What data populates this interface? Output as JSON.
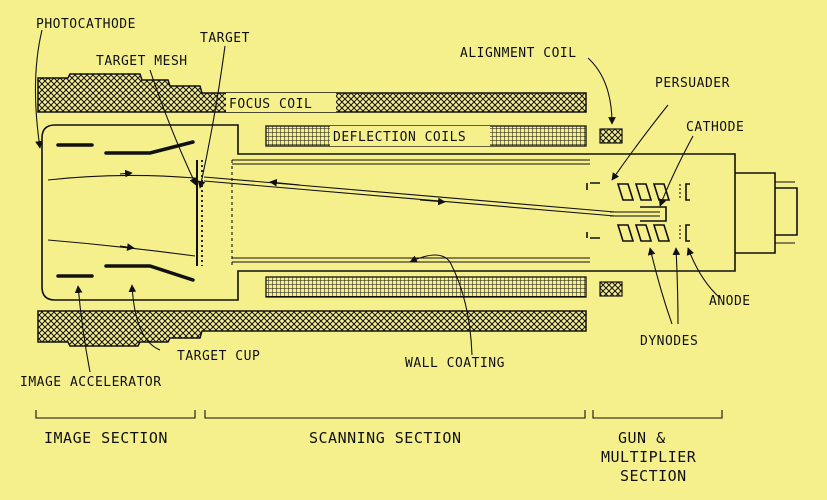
{
  "diagram": {
    "labels": {
      "photocathode": "PHOTOCATHODE",
      "target": "TARGET",
      "target_mesh": "TARGET MESH",
      "alignment_coil": "ALIGNMENT COIL",
      "persuader": "PERSUADER",
      "cathode": "CATHODE",
      "focus_coil": "FOCUS COIL",
      "deflection_coils": "DEFLECTION COILS",
      "anode": "ANODE",
      "dynodes": "DYNODES",
      "target_cup": "TARGET CUP",
      "wall_coating": "WALL COATING",
      "image_accelerator": "IMAGE ACCELERATOR"
    },
    "sections": {
      "image": "IMAGE SECTION",
      "scanning": "SCANNING SECTION",
      "gun_line1": "GUN &",
      "gun_line2": "MULTIPLIER",
      "gun_line3": "SECTION"
    },
    "colors": {
      "background": "#f6f08c",
      "ink": "#111111"
    }
  }
}
